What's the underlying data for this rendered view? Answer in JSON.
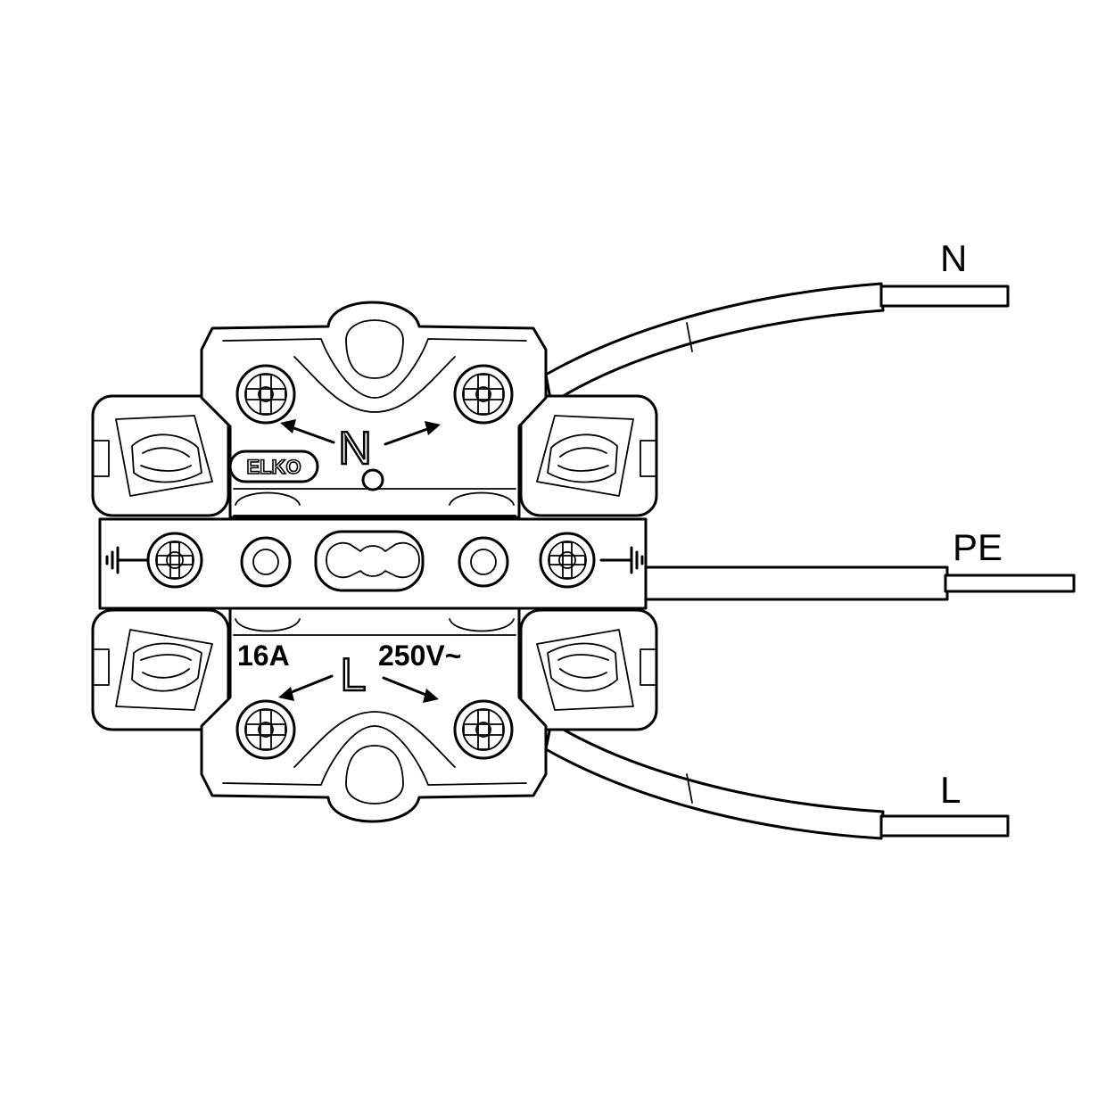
{
  "wires": {
    "neutral": "N",
    "earth": "PE",
    "live": "L"
  },
  "terminals": {
    "top_letter": "N",
    "bottom_letter": "L"
  },
  "ratings": {
    "current": "16A",
    "voltage": "250V~"
  },
  "brand": {
    "logo_text": "ELKO"
  },
  "icons": [
    "screw-terminal-icon",
    "earth-symbol-icon",
    "direction-arrow-icon"
  ],
  "colors": {
    "line": "#000000",
    "fill": "#ffffff"
  }
}
